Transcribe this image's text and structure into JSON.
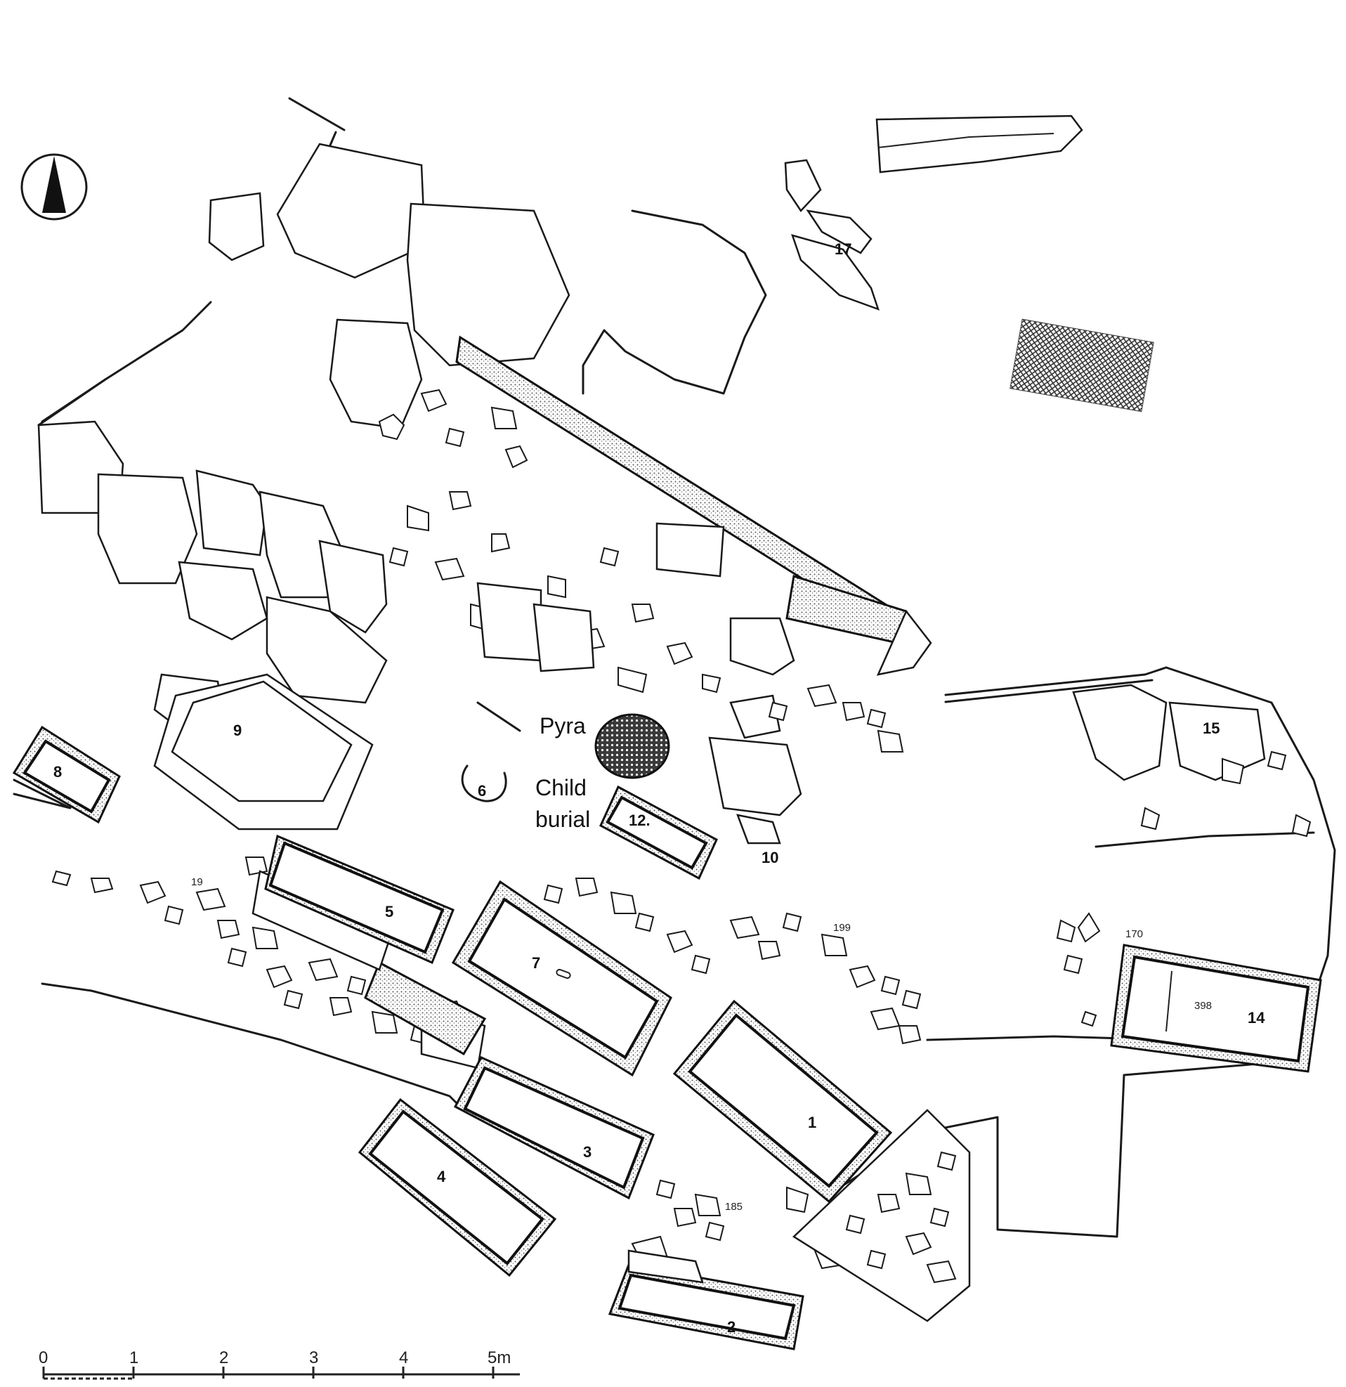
{
  "annotations": {
    "pyra": "Pyra",
    "child_burial_line1": "Child",
    "child_burial_line2": "burial"
  },
  "tombs": {
    "t1": "1",
    "t2": "2",
    "t3": "3",
    "t4": "4",
    "t5": "5",
    "t6": "6",
    "t7": "7",
    "t8": "8",
    "t9": "9",
    "t10": "10",
    "t12": "12.",
    "t14": "14",
    "t15": "15",
    "t17": "17"
  },
  "find_numbers": {
    "f199": "199",
    "f170": "170",
    "f398": "398",
    "f185": "185",
    "f19": "19"
  },
  "scale": {
    "ticks": [
      "0",
      "1",
      "2",
      "3",
      "4",
      "5m"
    ]
  },
  "north_arrow_icon": "north-arrow-icon"
}
